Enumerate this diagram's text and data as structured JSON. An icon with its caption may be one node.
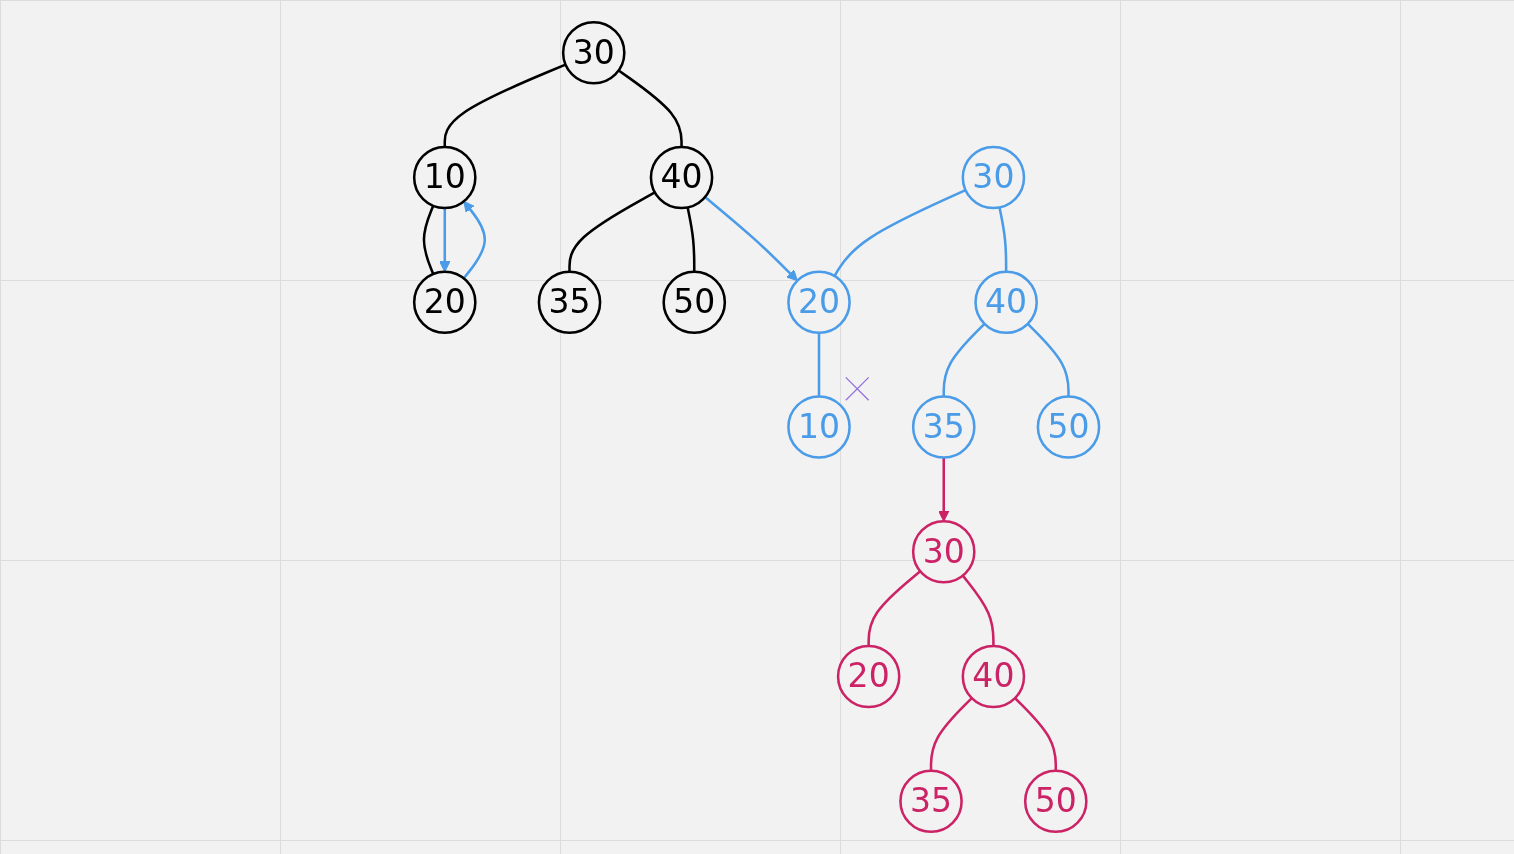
{
  "diagram": {
    "nodes": [
      {
        "text": [
          "30"
        ]
      },
      {
        "text": [
          "10"
        ]
      },
      {
        "text": [
          "20"
        ]
      },
      {
        "text": [
          "40"
        ]
      },
      {
        "text": [
          "35"
        ]
      },
      {
        "text": [
          "50"
        ]
      },
      {
        "text": [
          "30"
        ]
      },
      {
        "text": [
          "20"
        ]
      },
      {
        "text": [
          "40"
        ]
      },
      {
        "text": [
          "10"
        ]
      },
      {
        "text": [
          "35"
        ]
      },
      {
        "text": [
          "50"
        ]
      },
      {
        "text": [
          "30"
        ]
      },
      {
        "text": [
          "20"
        ]
      },
      {
        "text": [
          "40"
        ]
      },
      {
        "text": [
          "35"
        ]
      },
      {
        "text": [
          "50"
        ]
      }
    ],
    "edges": [
      {
        "from": 0,
        "to": 1,
        "arrow": "none",
        "color": "#000000"
      },
      {
        "from": 1,
        "to": 2,
        "arrow": "none",
        "color": "#000000"
      },
      {
        "from": 1,
        "to": 2,
        "arrow": "to"
      },
      {
        "from": 2,
        "to": 1,
        "arrow": "to"
      },
      {
        "from": 0,
        "to": 3,
        "arrow": "none",
        "color": "#000000"
      },
      {
        "from": 3,
        "to": 4,
        "arrow": "none",
        "color": "#000000"
      },
      {
        "from": 3,
        "to": 5,
        "arrow": "none",
        "color": "#000000"
      },
      {
        "from": 3,
        "to": 7,
        "arrow": "to"
      },
      {
        "from": 6,
        "to": 7,
        "arrow": "none"
      },
      {
        "from": 6,
        "to": 8,
        "arrow": "none"
      },
      {
        "from": 7,
        "to": 9,
        "arrow": "none"
      },
      {
        "from": 8,
        "to": 10,
        "arrow": "none"
      },
      {
        "from": 8,
        "to": 11,
        "arrow": "none"
      },
      {
        "from": 10,
        "to": 12,
        "arrow": "to",
        "color": "#cc2266"
      },
      {
        "from": 12,
        "to": 13,
        "arrow": "none",
        "color": "#cc2266"
      },
      {
        "from": 12,
        "to": 14,
        "arrow": "none",
        "color": "#cc2266"
      },
      {
        "from": 14,
        "to": 15,
        "arrow": "none",
        "color": "#cc2266"
      },
      {
        "from": 14,
        "to": 16,
        "arrow": "none",
        "color": "#cc2266"
      }
    ]
  }
}
